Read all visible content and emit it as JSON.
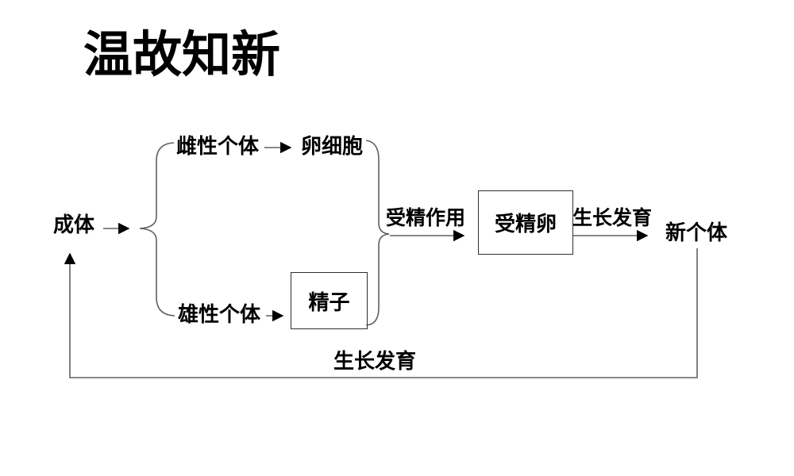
{
  "slide": {
    "title": "温故知新"
  },
  "diagram": {
    "nodes": {
      "adult": "成体",
      "female_individual": "雌性个体",
      "egg_cell": "卵细胞",
      "male_individual": "雄性个体",
      "sperm": "精子",
      "fertilized_egg": "受精卵",
      "new_individual": "新个体"
    },
    "edge_labels": {
      "fertilization": "受精作用",
      "growth_development_right": "生长发育",
      "growth_development_bottom": "生长发育"
    }
  },
  "colors": {
    "background": "#ffffff",
    "text": "#000000",
    "line": "#606060",
    "arrowhead": "#000000",
    "box_border": "#2e2e2e"
  }
}
